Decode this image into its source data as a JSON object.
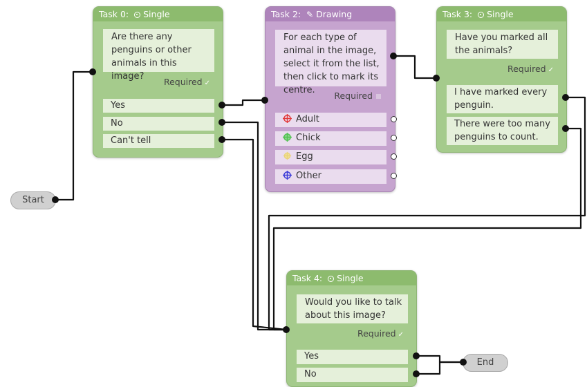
{
  "start": {
    "label": "Start"
  },
  "end": {
    "label": "End"
  },
  "tasks": [
    {
      "title": "Task 0:",
      "type": "Single",
      "question": "Are there any penguins or other animals in this image?",
      "required": "Required",
      "answers": [
        "Yes",
        "No",
        "Can't tell"
      ]
    },
    {
      "title": "Task 2:",
      "type": "Drawing",
      "question": "For each type of animal in the image, select it from the list, then click to mark its centre.",
      "required": "Required",
      "tools": [
        {
          "label": "Adult",
          "color": "#e23a3a"
        },
        {
          "label": "Chick",
          "color": "#52c152"
        },
        {
          "label": "Egg",
          "color": "#e9d37a"
        },
        {
          "label": "Other",
          "color": "#3a3ad8"
        }
      ]
    },
    {
      "title": "Task 3:",
      "type": "Single",
      "question": "Have you marked all the animals?",
      "required": "Required",
      "answers": [
        "I have marked every penguin.",
        "There were too many penguins to count."
      ]
    },
    {
      "title": "Task 4:",
      "type": "Single",
      "question": "Would you like to talk about this image?",
      "required": "Required",
      "answers": [
        "Yes",
        "No"
      ]
    }
  ],
  "colors": {
    "single_task": "#a5cb8c",
    "drawing_task": "#c6a4cf",
    "wire": "#111111",
    "terminal": "#d0d0d0"
  }
}
